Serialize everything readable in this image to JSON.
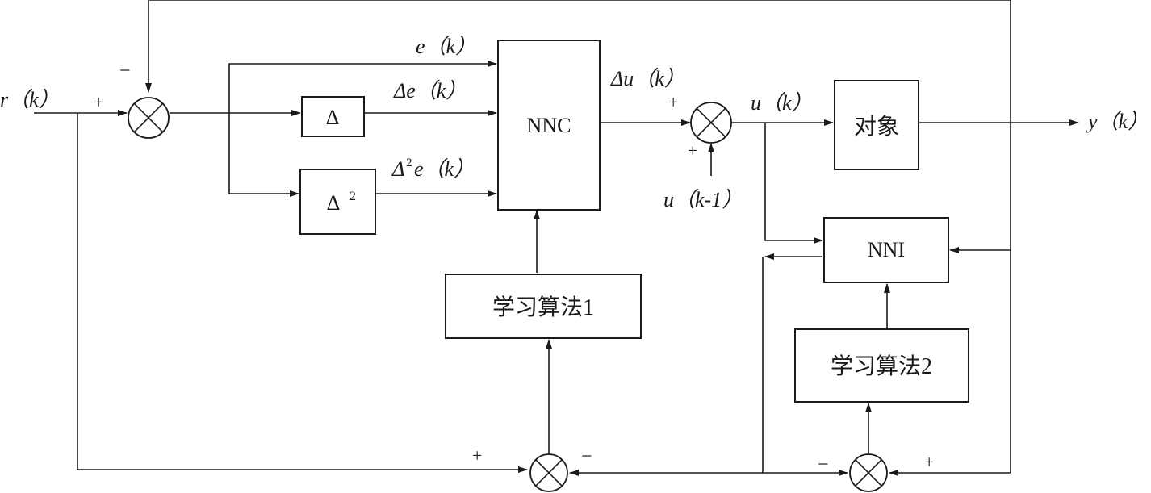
{
  "signals": {
    "r": "r（k）",
    "e": "e（k）",
    "de": "Δe（k）",
    "d2e_delta": "Δ",
    "d2e_sup": "2",
    "d2e_rest": "e（k）",
    "du": "Δu（k）",
    "u": "u（k）",
    "u_prev": "u（k-1）",
    "y": "y（k）"
  },
  "blocks": {
    "delta": "Δ",
    "delta2": "Δ",
    "delta2_sup": "2",
    "nnc": "NNC",
    "plant": "对象",
    "nni": "NNI",
    "learn1": "学习算法1",
    "learn2": "学习算法2"
  },
  "signs": {
    "sj1_feedback": "−",
    "sj1_ref": "+",
    "sj2_du": "+",
    "sj2_uprev": "+",
    "sj3_ref": "+",
    "sj3_feedback": "−",
    "sj4_left": "−",
    "sj4_right": "+"
  }
}
